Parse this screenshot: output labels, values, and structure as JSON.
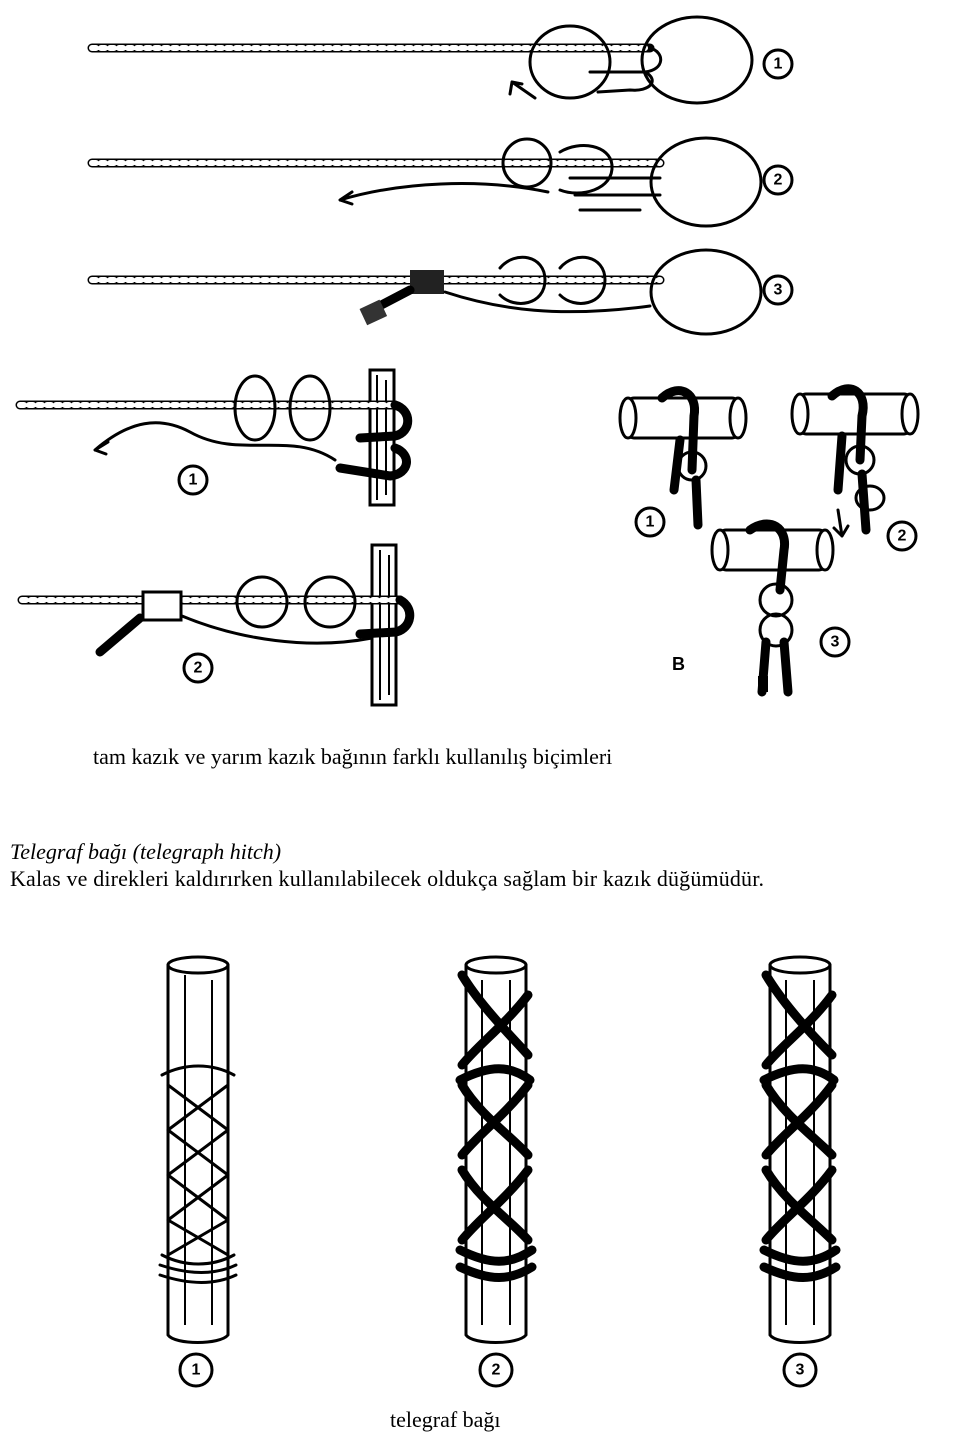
{
  "figure_top": {
    "steps": [
      {
        "badge": "1"
      },
      {
        "badge": "2"
      },
      {
        "badge": "3"
      }
    ]
  },
  "figure_middle_left": {
    "steps": [
      {
        "badge": "1"
      },
      {
        "badge": "2"
      }
    ]
  },
  "figure_middle_right": {
    "label": "B",
    "steps": [
      {
        "badge": "1"
      },
      {
        "badge": "2"
      },
      {
        "badge": "3"
      }
    ]
  },
  "caption_1": "tam kazık ve yarım kazık bağının farklı kullanılış biçimleri",
  "section": {
    "title": "Telegraf bağı (telegraph hitch)",
    "description": "Kalas ve direkleri kaldırırken kullanılabilecek oldukça sağlam bir kazık düğümüdür."
  },
  "figure_bottom": {
    "steps": [
      {
        "badge": "1"
      },
      {
        "badge": "2"
      },
      {
        "badge": "3"
      }
    ]
  },
  "caption_2": "telegraf bağı"
}
